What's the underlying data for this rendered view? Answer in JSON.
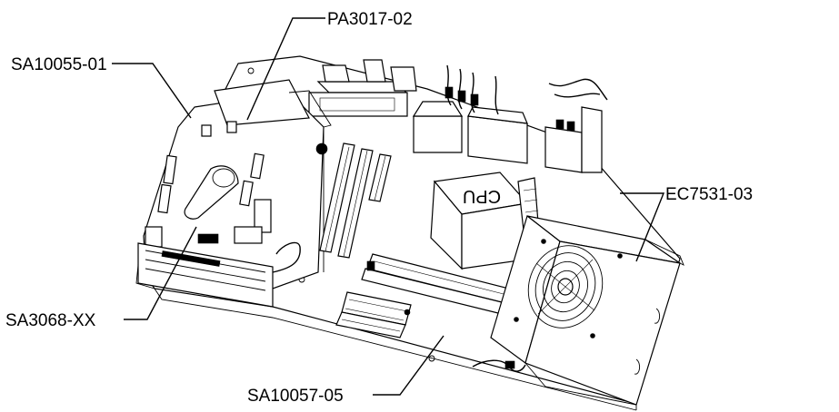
{
  "callouts": {
    "drive_bracket": "SA10055-01",
    "bracket_assembly": "PA3017-02",
    "drive_module": "SA3068-XX",
    "motherboard": "SA10057-05",
    "power_supply": "EC7531-03"
  },
  "cpu_marking": "CPU"
}
